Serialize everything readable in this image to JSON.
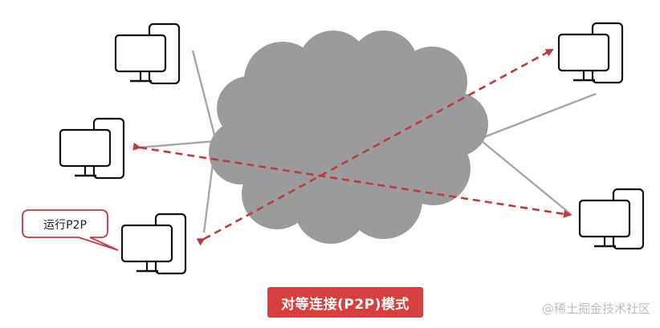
{
  "title": "对等连接(P2P)模式",
  "callout_label": "运行P2P",
  "watermark": "@稀土掘金技术社区",
  "colors": {
    "cloud": "#9b9b9b",
    "wire": "#a6a6a6",
    "dashed_link": "#c0393f",
    "title_bg": "#d8403f",
    "monitor_stroke": "#111111"
  },
  "nodes": [
    {
      "name": "computer-top-left",
      "role": "peer"
    },
    {
      "name": "computer-middle-left",
      "role": "peer"
    },
    {
      "name": "computer-bottom-left",
      "role": "peer",
      "running": "运行P2P"
    },
    {
      "name": "computer-top-right",
      "role": "peer"
    },
    {
      "name": "computer-bottom-right",
      "role": "peer"
    }
  ]
}
